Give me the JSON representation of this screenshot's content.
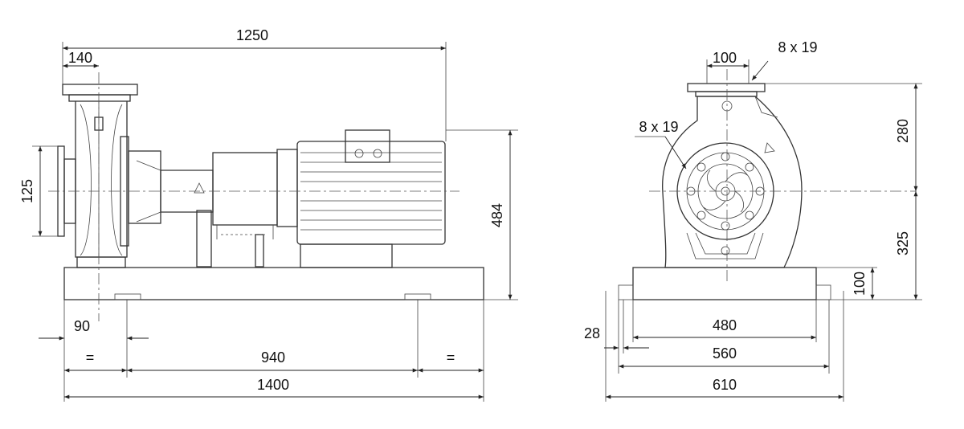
{
  "side_view": {
    "overall_length": "1250",
    "flange_offset": "140",
    "outlet_height": "125",
    "total_height": "484",
    "left_offset": "90",
    "left_equal": "=",
    "right_equal": "=",
    "mounting_span": "940",
    "base_length": "1400"
  },
  "end_view": {
    "outlet_width": "100",
    "outlet_bolts": "8 x 19",
    "inlet_bolts": "8 x 19",
    "upper_height": "280",
    "shaft_height": "325",
    "base_height": "100",
    "slot_width": "28",
    "inner_spacing": "480",
    "middle_spacing": "560",
    "outer_width": "610"
  }
}
